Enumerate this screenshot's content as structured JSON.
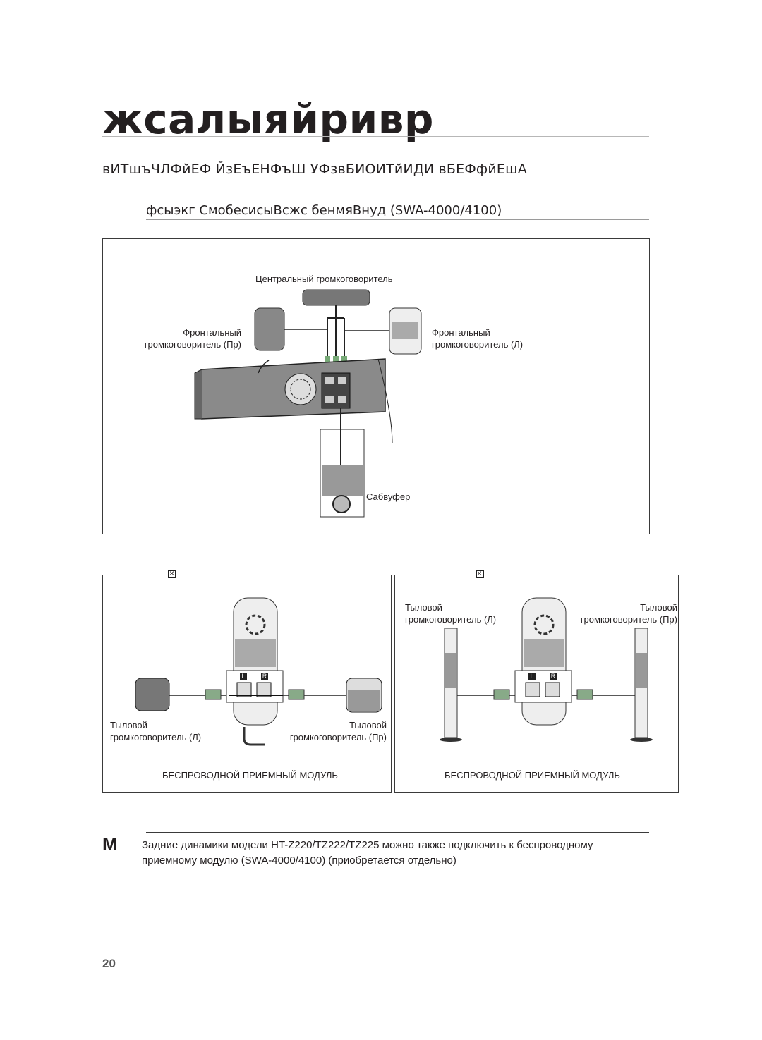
{
  "header": {
    "title": "жсалыяйривр",
    "section": "вИТшъЧЛФйЕФ ЙзЕъЕНФъШ УФзвБИОИТйИДИ вБЕФфйЕшА",
    "subsection": "фсыэкг СмобесисыВсжс бенмяВнуд (SWA-4000/4100)"
  },
  "main_diagram": {
    "center_speaker": "Центральный громкоговоритель",
    "front_right_line1": "Фронтальный",
    "front_right_line2": "громкоговоритель (Пр)",
    "front_left_line1": "Фронтальный",
    "front_left_line2": "громкоговоритель (Л)",
    "subwoofer": "Сабвуфер"
  },
  "left_panel": {
    "rear_left_line1": "Тыловой",
    "rear_left_line2": "громкоговоритель (Л)",
    "rear_right_line1": "Тыловой",
    "rear_right_line2": "громкоговоритель (Пр)",
    "module_label": "БЕСПРОВОДНОЙ ПРИЕМНЫЙ МОДУЛЬ",
    "port_l": "L",
    "port_r": "R"
  },
  "right_panel": {
    "rear_left_line1": "Тыловой",
    "rear_left_line2": "громкоговоритель (Л)",
    "rear_right_line1": "Тыловой",
    "rear_right_line2": "громкоговоритель (Пр)",
    "module_label": "БЕСПРОВОДНОЙ ПРИЕМНЫЙ МОДУЛЬ",
    "port_l": "L",
    "port_r": "R"
  },
  "note": {
    "icon": "M",
    "text": "Задние динамики модели HT-Z220/TZ222/TZ225 можно также подключить к беспроводному приемному модулю (SWA-4000/4100) (приобретается отдельно)"
  },
  "footer": {
    "page_number": "20"
  }
}
